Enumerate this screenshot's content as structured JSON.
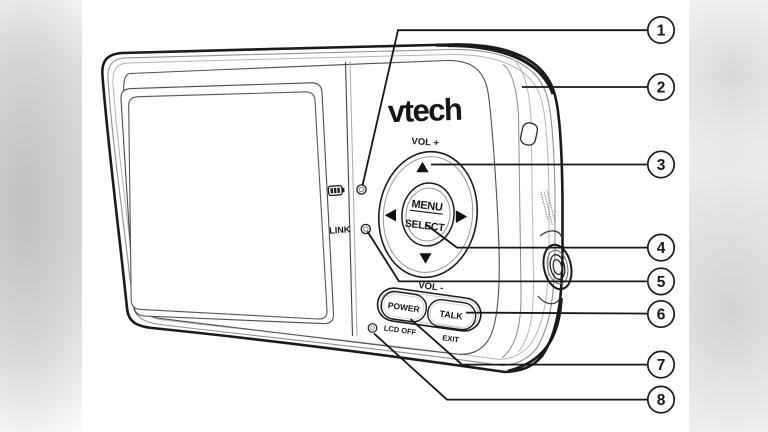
{
  "colors": {
    "ink": "#1a1a1a",
    "gray_line": "#8f8f8f",
    "light_line": "#b5b5b5",
    "background": "#ffffff",
    "blur_band": "#c2c2c2"
  },
  "logo": {
    "brand": "vtech"
  },
  "keypad": {
    "vol_plus": "VOL +",
    "vol_minus": "VOL -",
    "menu": "MENU",
    "select": "SELECT"
  },
  "buttons": {
    "power": "POWER",
    "talk": "TALK"
  },
  "secondary_labels": {
    "lcd_off": "LCD OFF",
    "exit": "EXIT"
  },
  "indicators": {
    "link": "LINK"
  },
  "callouts": [
    {
      "number": "1"
    },
    {
      "number": "2"
    },
    {
      "number": "3"
    },
    {
      "number": "4"
    },
    {
      "number": "5"
    },
    {
      "number": "6"
    },
    {
      "number": "7"
    },
    {
      "number": "8"
    }
  ]
}
